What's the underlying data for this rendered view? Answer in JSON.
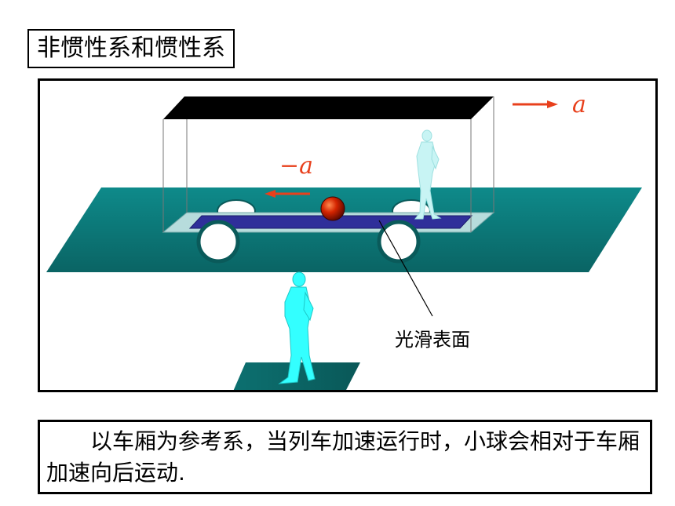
{
  "title": "非惯性系和惯性系",
  "diagram": {
    "accel_label_right": "a",
    "accel_label_left": "−a",
    "surface_label": "光滑表面"
  },
  "caption": "以车厢为参考系，当列车加速运行时，小球会相对于车厢加速向后运动.",
  "colors": {
    "platform": "#0d7b7b",
    "track": "#2f2f9a",
    "ball": "#cc2200",
    "arrow": "#e8401c",
    "person": "#33ffff",
    "roof": "#000000"
  }
}
